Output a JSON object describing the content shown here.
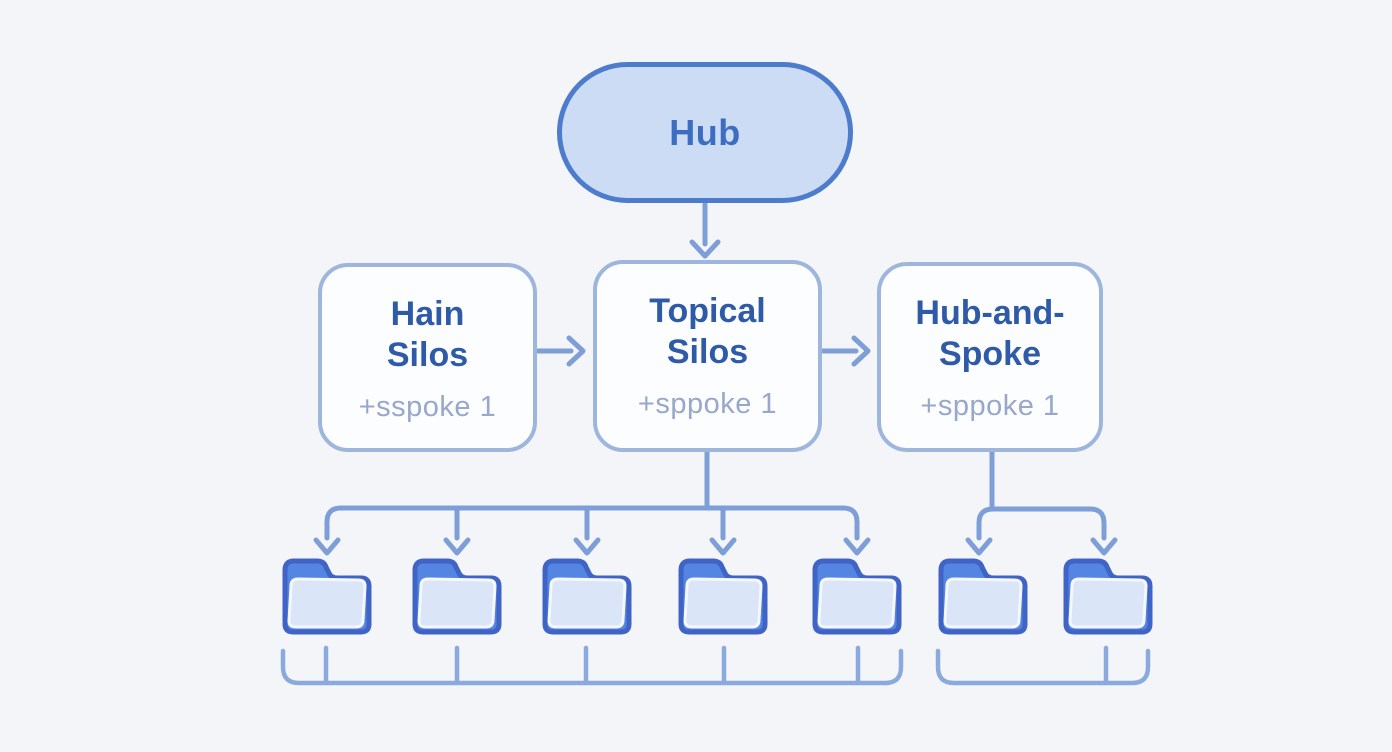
{
  "hub": {
    "label": "Hub"
  },
  "boxes": [
    {
      "title": "Hain\nSilos",
      "subtitle": "+sspoke 1"
    },
    {
      "title": "Topical\nSilos",
      "subtitle": "+sppoke 1"
    },
    {
      "title": "Hub-and-\nSpoke",
      "subtitle": "+sppoke 1"
    }
  ],
  "groups": [
    {
      "parent": "Topical Silos",
      "folder_count": 5
    },
    {
      "parent": "Hub-and-Spoke",
      "folder_count": 2
    }
  ],
  "icons": {
    "folder_icon_total": 7
  },
  "colors": {
    "background": "#f3f5f9",
    "hub_fill": "#ccdcf5",
    "hub_border": "#4d7ccd",
    "hub_text": "#3d6dc1",
    "box_border": "#9eb5dc",
    "box_fill": "#fbfdff",
    "title_text": "#2e5aa7",
    "subtitle_text": "#98a7ca",
    "connector": "#7d9ed6",
    "bracket": "#8aa9dc",
    "folder_outline": "#4064c6",
    "folder_back": "#5585e3",
    "folder_front": "#dae5f8"
  }
}
